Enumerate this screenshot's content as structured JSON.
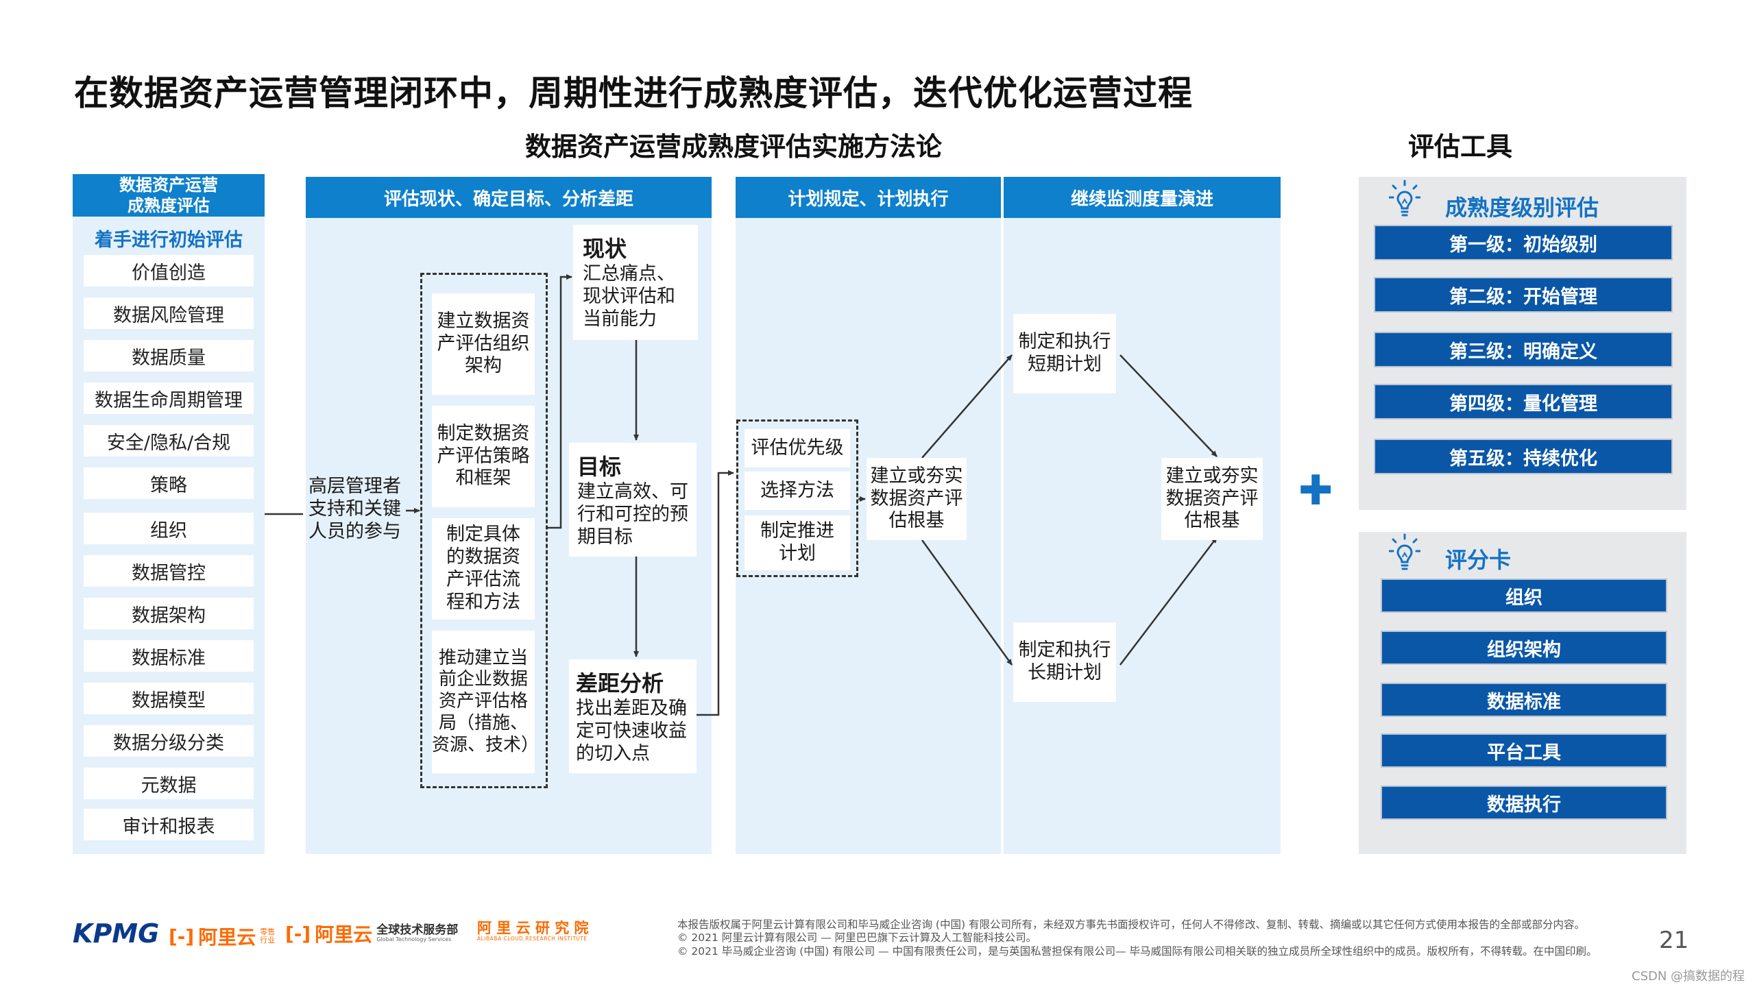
{
  "title": "在数据资产运营管理闭环中，周期性进行成熟度评估，迭代优化运营过程",
  "methodology_title": "数据资产运营成熟度评估实施方法论",
  "tools_title": "评估工具",
  "left_panel": {
    "header": "数据资产运营\n成熟度评估",
    "subheader": "着手进行初始评估",
    "items": [
      "价值创造",
      "数据风险管理",
      "数据质量",
      "数据生命周期管理",
      "安全/隐私/合规",
      "策略",
      "组织",
      "数据管控",
      "数据架构",
      "数据标准",
      "数据模型",
      "数据分级分类",
      "元数据",
      "审计和报表"
    ]
  },
  "phase1": {
    "header": "评估现状、确定目标、分析差距",
    "participants": "高层管理者\n支持和关键\n人员的参与",
    "steps": [
      "建立数据资\n产评估组织\n架构",
      "制定数据资\n产评估策略\n和框架",
      "制定具体\n的数据资\n产评估流\n程和方法",
      "推动建立当\n前企业数据\n资产评估格\n局（措施、\n资源、技术）"
    ],
    "current": {
      "title": "现状",
      "text": "汇总痛点、\n现状评估和\n当前能力"
    },
    "target": {
      "title": "目标",
      "text": "建立高效、可\n行和可控的预\n期目标"
    },
    "gap": {
      "title": "差距分析",
      "text": "找出差距及确\n定可快速收益\n的切入点"
    }
  },
  "phase2": {
    "header": "计划规定、计划执行",
    "items": [
      "评估优先级",
      "选择方法",
      "制定推进\n计划"
    ],
    "baseline": "建立或夯实\n数据资产评\n估根基"
  },
  "phase3": {
    "header": "继续监测度量演进",
    "short_plan": "制定和执行\n短期计划",
    "long_plan": "制定和执行\n长期计划",
    "baseline": "建立或夯实\n数据资产评\n估根基"
  },
  "plus_symbol": "✚",
  "maturity": {
    "icon": "lightbulb-icon",
    "title": "成熟度级别评估",
    "levels": [
      "第一级：初始级别",
      "第二级：开始管理",
      "第三级：明确定义",
      "第四级：量化管理",
      "第五级：持续优化"
    ]
  },
  "scorecard": {
    "icon": "lightbulb-icon",
    "title": "评分卡",
    "items": [
      "组织",
      "组织架构",
      "数据标准",
      "平台工具",
      "数据执行"
    ]
  },
  "footer": {
    "logos": {
      "kpmg": "KPMG",
      "aliyun_industry": "阿里云",
      "aliyun_industry_tag": "零售\n行业",
      "aliyun_gts": "阿里云",
      "gts_cn": "全球技术服务部",
      "gts_en": "Global Technology Services",
      "institute_cn": "阿 里 云 研 究 院",
      "institute_en": "ALIBABA CLOUD RESEARCH INSTITUTE"
    },
    "copyright_lines": [
      "本报告版权属于阿里云计算有限公司和毕马威企业咨询 (中国) 有限公司所有，未经双方事先书面授权许可，任何人不得修改、复制、转载、摘编或以其它任何方式使用本报告的全部或部分内容。",
      "© 2021 阿里云计算有限公司 — 阿里巴巴旗下云计算及人工智能科技公司。",
      "© 2021 毕马威企业咨询 (中国) 有限公司 — 中国有限责任公司，是与英国私营担保有限公司— 毕马威国际有限公司相关联的独立成员所全球性组织中的成员。版权所有，不得转载。在中国印刷。"
    ],
    "page_number": "21",
    "watermark": "CSDN @搞数据的程序猿"
  },
  "colors": {
    "header_blue": "#0e80cc",
    "level_blue": "#0a57a8",
    "panel_light_blue": "#e4f1fb",
    "tool_gray": "#e7e8ea",
    "accent_blue": "#1372c4"
  }
}
